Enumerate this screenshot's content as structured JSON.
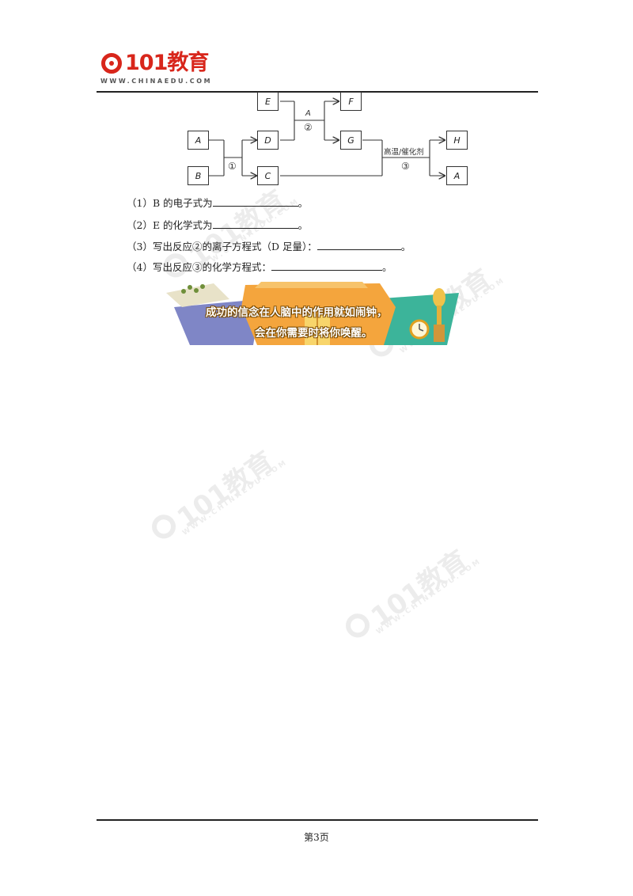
{
  "header": {
    "logo_text": "101教育",
    "logo_sub": "WWW.CHINAEDU.COM"
  },
  "diagram": {
    "boxes": {
      "A1": "A",
      "B": "B",
      "D": "D",
      "C": "C",
      "E": "E",
      "F": "F",
      "G": "G",
      "H": "H",
      "A2": "A"
    },
    "label_reaction1": "①",
    "label_A": "A",
    "label_reaction2": "②",
    "label_condition": "高温/催化剂",
    "label_reaction3": "③"
  },
  "questions": [
    {
      "prefix": "（1）B 的电子式为",
      "suffix": "。"
    },
    {
      "prefix": "（2）E 的化学式为",
      "suffix": "。"
    },
    {
      "prefix": "（3）写出反应②的离子方程式（D 足量）：",
      "suffix": "。"
    },
    {
      "prefix": "（4）写出反应③的化学方程式：",
      "suffix": "。"
    }
  ],
  "banner": {
    "line1": "成功的信念在人脑中的作用就如闹钟，",
    "line2": "会在你需要时将你唤醒。"
  },
  "watermark": {
    "text": "101教育",
    "sub": "WWW.CHINAEDU.COM"
  },
  "footer": {
    "page": "第3页"
  }
}
